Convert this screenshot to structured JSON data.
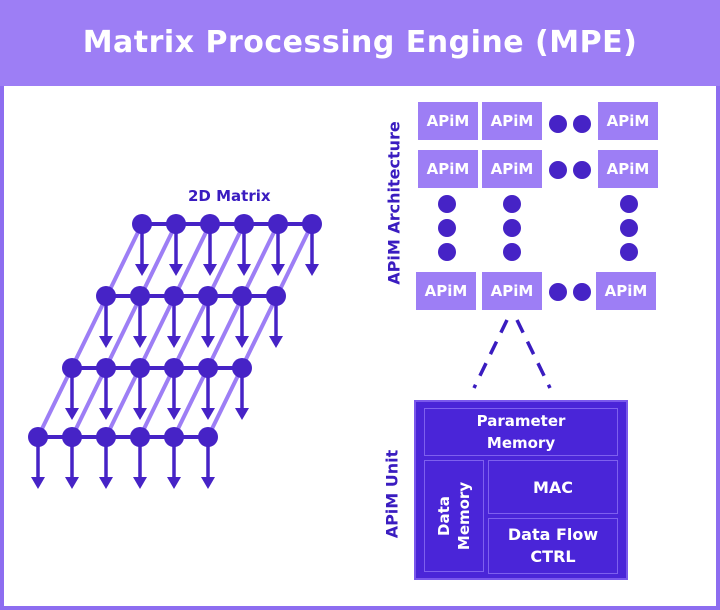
{
  "title": "Matrix Processing Engine (MPE)",
  "matrix": {
    "label": "2D Matrix"
  },
  "architecture": {
    "label": "APiM Architecture",
    "cell_label": "APiM"
  },
  "unit": {
    "label": "APiM Unit",
    "parameter_memory": [
      "Parameter",
      "Memory"
    ],
    "data_memory": [
      "Data",
      "Memory"
    ],
    "mac": "MAC",
    "data_flow": [
      "Data Flow",
      "CTRL"
    ]
  },
  "colors": {
    "accent": "#9d7ef5",
    "dark": "#4623c6",
    "text": "#3a1cc0"
  }
}
